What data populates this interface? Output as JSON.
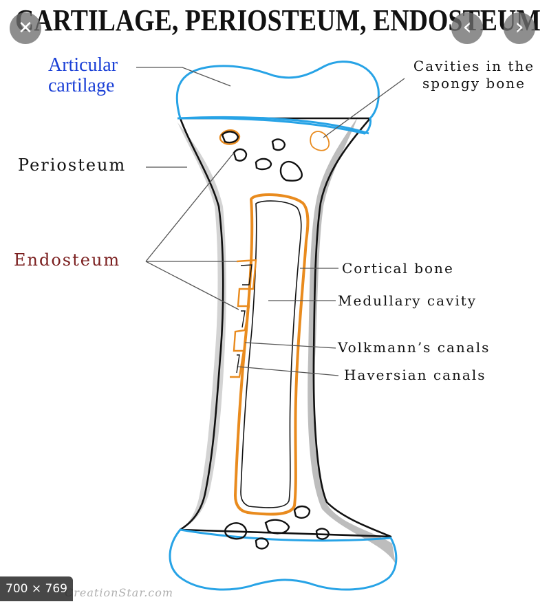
{
  "title": "CARTILAGE, PERIOSTEUM, ENDOSTEUM",
  "labels": {
    "articular_cartilage": "Articular cartilage",
    "periosteum": "Periosteum",
    "endosteum": "Endosteum",
    "cavities": "Cavities in the spongy bone",
    "cortical_bone": "Cortical bone",
    "medullary_cavity": "Medullary cavity",
    "volkmanns_canals": "Volkmann’s canals",
    "haversian_canals": "Haversian canals"
  },
  "overlay": {
    "close_glyph": "✕",
    "prev_glyph": "‹",
    "next_glyph": "›",
    "size_badge": "700 × 769"
  },
  "watermark": "CreationStar.com",
  "colors": {
    "cartilage": "#27a3e6",
    "endosteum": "#e98b1e",
    "outline": "#111111",
    "shadow": "#bdbdbd",
    "label_blue": "#1a3fd6",
    "label_maroon": "#7a1e1e"
  }
}
